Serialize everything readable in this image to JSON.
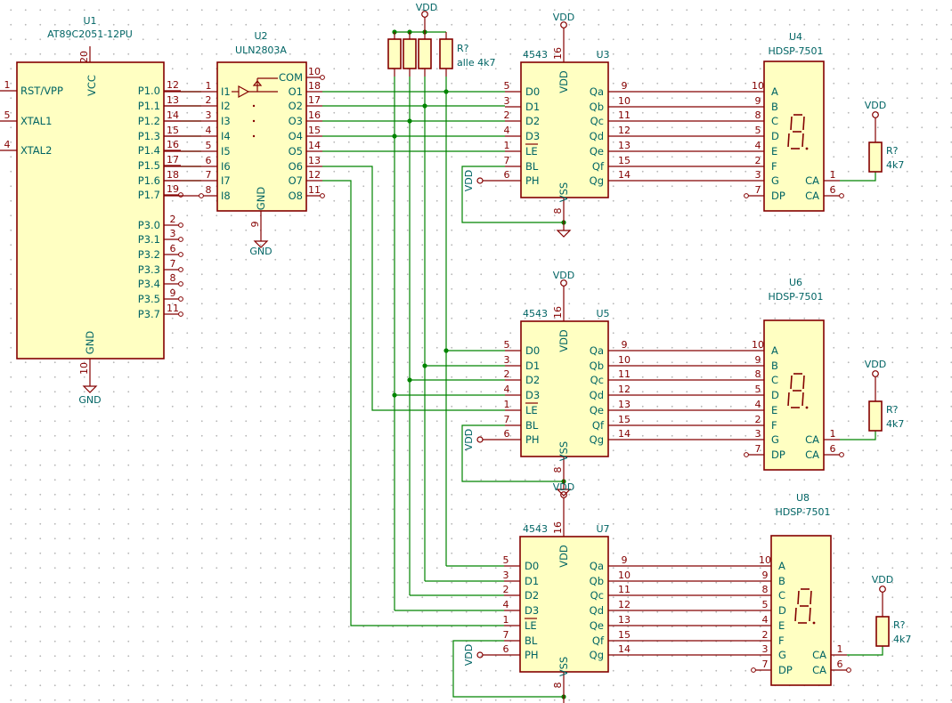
{
  "power_net": "VDD",
  "ground_net": "GND",
  "u1": {
    "ref": "U1",
    "value": "AT89C2051-12PU",
    "left_pins": [
      [
        "1",
        "RST/VPP"
      ],
      [
        "5",
        "XTAL1"
      ],
      [
        "4",
        "XTAL2"
      ]
    ],
    "right_pins": [
      [
        "12",
        "P1.0"
      ],
      [
        "13",
        "P1.1"
      ],
      [
        "14",
        "P1.2"
      ],
      [
        "15",
        "P1.3"
      ],
      [
        "16",
        "P1.4"
      ],
      [
        "17",
        "P1.5"
      ],
      [
        "18",
        "P1.6"
      ],
      [
        "19",
        "P1.7"
      ],
      [
        "2",
        "P3.0"
      ],
      [
        "3",
        "P3.1"
      ],
      [
        "6",
        "P3.2"
      ],
      [
        "7",
        "P3.3"
      ],
      [
        "8",
        "P3.4"
      ],
      [
        "9",
        "P3.5"
      ],
      [
        "11",
        "P3.7"
      ]
    ],
    "vcc": [
      "20",
      "VCC"
    ],
    "gnd": [
      "10",
      "GND"
    ]
  },
  "u2": {
    "ref": "U2",
    "value": "ULN2803A",
    "left_pins": [
      [
        "1",
        "I1"
      ],
      [
        "2",
        "I2"
      ],
      [
        "3",
        "I3"
      ],
      [
        "4",
        "I4"
      ],
      [
        "5",
        "I5"
      ],
      [
        "6",
        "I6"
      ],
      [
        "7",
        "I7"
      ],
      [
        "8",
        "I8"
      ]
    ],
    "right_pins": [
      [
        "10",
        "COM"
      ],
      [
        "18",
        "O1"
      ],
      [
        "17",
        "O2"
      ],
      [
        "16",
        "O3"
      ],
      [
        "15",
        "O4"
      ],
      [
        "14",
        "O5"
      ],
      [
        "13",
        "O6"
      ],
      [
        "12",
        "O7"
      ],
      [
        "11",
        "O8"
      ]
    ],
    "gnd": [
      "9",
      "GND"
    ]
  },
  "resistor_network": {
    "ref": "R?",
    "value": "alle 4k7"
  },
  "decoder": {
    "value": "4543",
    "left_pins": [
      [
        "5",
        "D0"
      ],
      [
        "3",
        "D1"
      ],
      [
        "2",
        "D2"
      ],
      [
        "4",
        "D3"
      ],
      [
        "1",
        "LE"
      ],
      [
        "7",
        "BL"
      ],
      [
        "6",
        "PH"
      ]
    ],
    "right_pins": [
      [
        "9",
        "Qa"
      ],
      [
        "10",
        "Qb"
      ],
      [
        "11",
        "Qc"
      ],
      [
        "12",
        "Qd"
      ],
      [
        "13",
        "Qe"
      ],
      [
        "15",
        "Qf"
      ],
      [
        "14",
        "Qg"
      ]
    ],
    "vdd": [
      "16",
      "VDD"
    ],
    "vss": [
      "8",
      "VSS"
    ]
  },
  "display": {
    "value": "HDSP-7501",
    "left_pins": [
      [
        "10",
        "A"
      ],
      [
        "9",
        "B"
      ],
      [
        "8",
        "C"
      ],
      [
        "5",
        "D"
      ],
      [
        "4",
        "E"
      ],
      [
        "2",
        "F"
      ],
      [
        "3",
        "G"
      ],
      [
        "7",
        "DP"
      ]
    ],
    "right_pins": [
      [
        "1",
        "CA"
      ],
      [
        "6",
        "CA"
      ]
    ],
    "pull_ref": "R?",
    "pull_value": "4k7"
  },
  "stages": [
    {
      "decoder_ref": "U3",
      "display_ref": "U4"
    },
    {
      "decoder_ref": "U5",
      "display_ref": "U6"
    },
    {
      "decoder_ref": "U7",
      "display_ref": "U8"
    }
  ]
}
